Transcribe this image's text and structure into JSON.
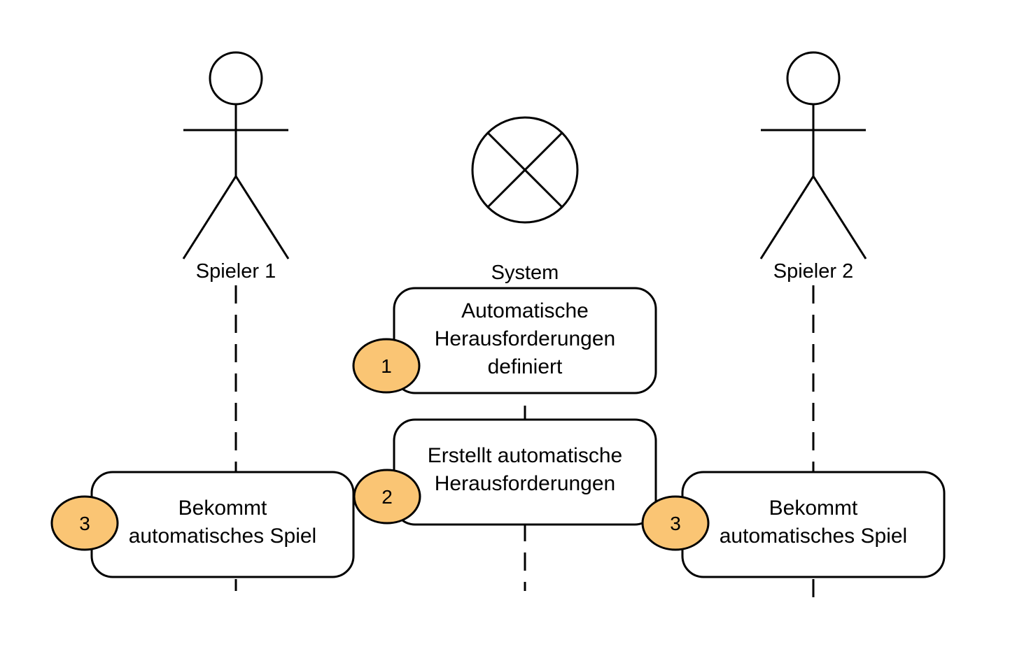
{
  "actors": {
    "player1": {
      "label": "Spieler 1",
      "icon": "stick-figure-icon"
    },
    "system": {
      "label": "System",
      "icon": "crossed-circle-icon"
    },
    "player2": {
      "label": "Spieler 2",
      "icon": "stick-figure-icon"
    }
  },
  "steps": {
    "define": {
      "number": "1",
      "lines": [
        "Automatische",
        "Herausforderungen",
        "definiert"
      ]
    },
    "create": {
      "number": "2",
      "lines": [
        "Erstellt automatische",
        "Herausforderungen"
      ]
    },
    "receive_player1": {
      "number": "3",
      "lines": [
        "Bekommt",
        "automatisches Spiel"
      ]
    },
    "receive_player2": {
      "number": "3",
      "lines": [
        "Bekommt",
        "automatisches Spiel"
      ]
    }
  },
  "colors": {
    "badge_fill": "#FAC574",
    "stroke": "#000000",
    "box_fill": "#FFFFFF"
  }
}
